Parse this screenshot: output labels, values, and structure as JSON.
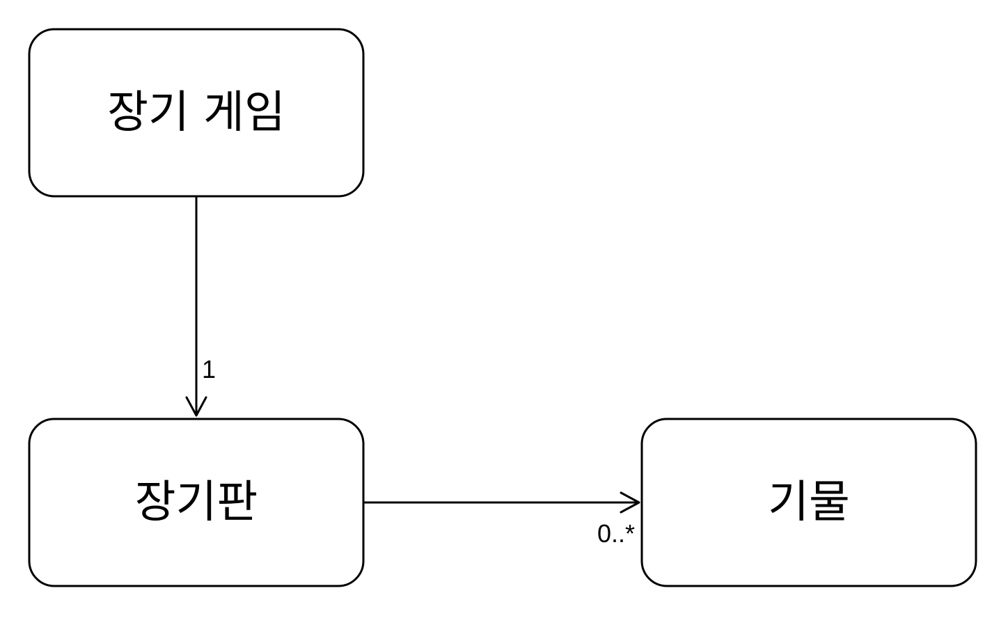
{
  "nodes": {
    "game": {
      "label": "장기 게임"
    },
    "board": {
      "label": "장기판"
    },
    "piece": {
      "label": "기물"
    }
  },
  "edges": {
    "game_to_board": {
      "multiplicity": "1"
    },
    "board_to_piece": {
      "multiplicity": "0..*"
    }
  },
  "colors": {
    "stroke": "#000000",
    "fill": "#ffffff",
    "text": "#000000"
  }
}
